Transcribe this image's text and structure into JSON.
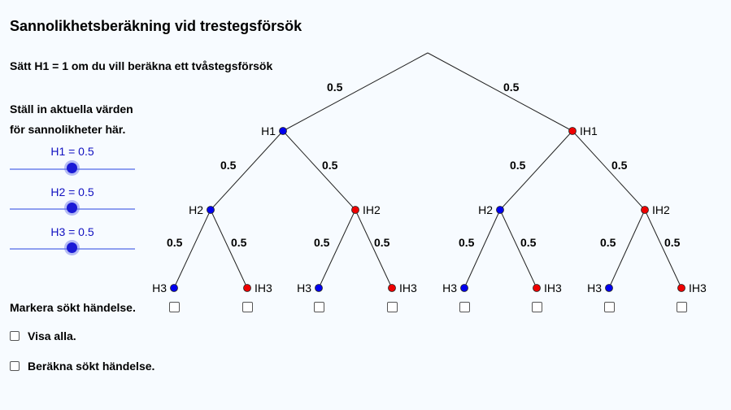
{
  "title": "Sannolikhetsberäkning vid trestegsförsök",
  "subtitle": "Sätt H1 = 1 om du vill beräkna ett tvåstegsförsök",
  "instructions": {
    "line1": "Ställ in aktuella värden",
    "line2": "för sannolikheter här."
  },
  "sliders": [
    {
      "label": "H1 = 0.5",
      "value": 0.5
    },
    {
      "label": "H2 = 0.5",
      "value": 0.5
    },
    {
      "label": "H3 = 0.5",
      "value": 0.5
    }
  ],
  "mark_label": "Markera sökt händelse.",
  "options": {
    "show_all": "Visa alla.",
    "compute": "Beräkna sökt händelse."
  },
  "colors": {
    "hit": "#0000ee",
    "miss": "#ee0000",
    "slider_text": "#1010c0"
  },
  "tree": {
    "level1": [
      {
        "label": "H1",
        "prob": "0.5",
        "type": "hit"
      },
      {
        "label": "IH1",
        "prob": "0.5",
        "type": "miss"
      }
    ],
    "level2": [
      {
        "label": "H2",
        "prob": "0.5",
        "type": "hit"
      },
      {
        "label": "IH2",
        "prob": "0.5",
        "type": "miss"
      },
      {
        "label": "H2",
        "prob": "0.5",
        "type": "hit"
      },
      {
        "label": "IH2",
        "prob": "0.5",
        "type": "miss"
      }
    ],
    "level3": [
      {
        "label": "H3",
        "prob": "0.5",
        "type": "hit"
      },
      {
        "label": "IH3",
        "prob": "0.5",
        "type": "miss"
      },
      {
        "label": "H3",
        "prob": "0.5",
        "type": "hit"
      },
      {
        "label": "IH3",
        "prob": "0.5",
        "type": "miss"
      },
      {
        "label": "H3",
        "prob": "0.5",
        "type": "hit"
      },
      {
        "label": "IH3",
        "prob": "0.5",
        "type": "miss"
      },
      {
        "label": "H3",
        "prob": "0.5",
        "type": "hit"
      },
      {
        "label": "IH3",
        "prob": "0.5",
        "type": "miss"
      }
    ]
  }
}
